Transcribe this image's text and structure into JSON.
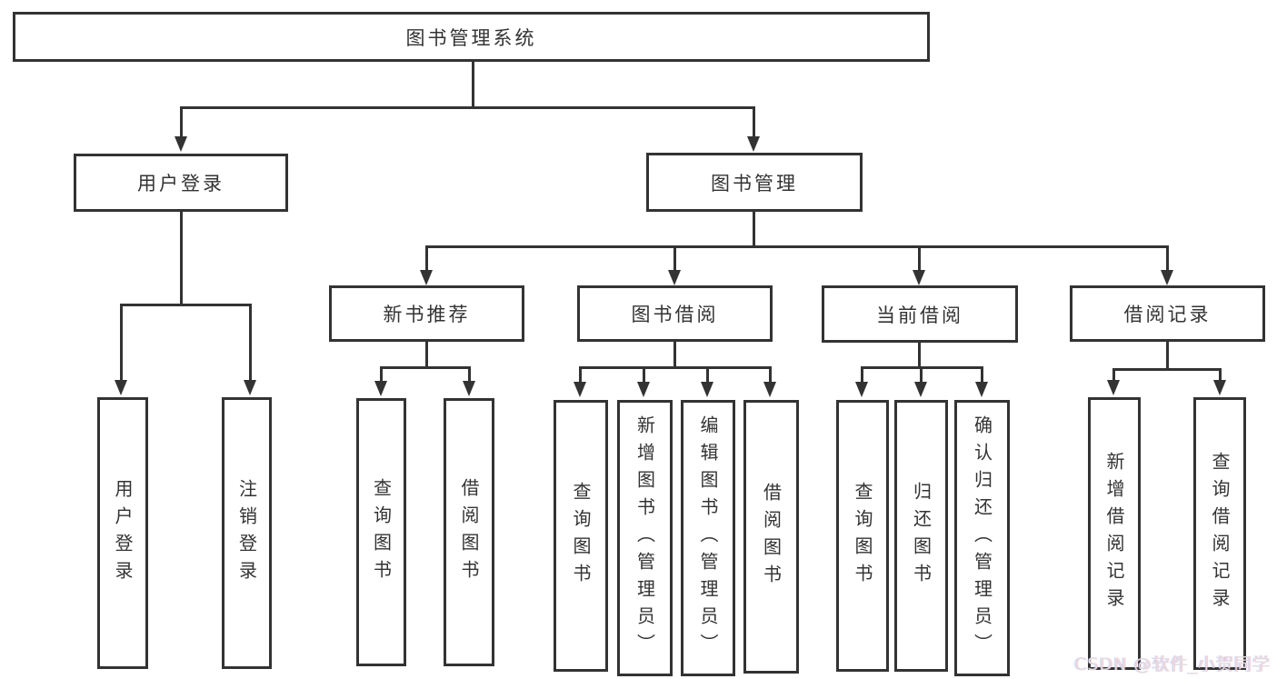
{
  "diagram": {
    "root": {
      "label": "图书管理系统"
    },
    "branches": {
      "user_login": {
        "label": "用户登录",
        "children": {
          "login": {
            "label": "用户登录"
          },
          "logout": {
            "label": "注销登录"
          }
        }
      },
      "book_mgmt": {
        "label": "图书管理",
        "children": {
          "new_book": {
            "label": "新书推荐",
            "children": {
              "query_book": {
                "label": "查询图书"
              },
              "borrow_book": {
                "label": "借阅图书"
              }
            }
          },
          "book_borrow": {
            "label": "图书借阅",
            "children": {
              "query_book": {
                "label": "查询图书"
              },
              "add_book": {
                "label": "新增图书（管理员）"
              },
              "edit_book": {
                "label": "编辑图书（管理员）"
              },
              "borrow_book": {
                "label": "借阅图书"
              }
            }
          },
          "current_borrow": {
            "label": "当前借阅",
            "children": {
              "query_book": {
                "label": "查询图书"
              },
              "return_book": {
                "label": "归还图书"
              },
              "confirm_return": {
                "label": "确认归还（管理员）"
              }
            }
          },
          "borrow_record": {
            "label": "借阅记录",
            "children": {
              "add_record": {
                "label": "新增借阅记录"
              },
              "query_record": {
                "label": "查询借阅记录"
              }
            }
          }
        }
      }
    }
  },
  "watermark": {
    "text": "CSDN @软件_小贺同学"
  },
  "colors": {
    "line": "#333333",
    "text": "#333333",
    "background": "#ffffff"
  }
}
